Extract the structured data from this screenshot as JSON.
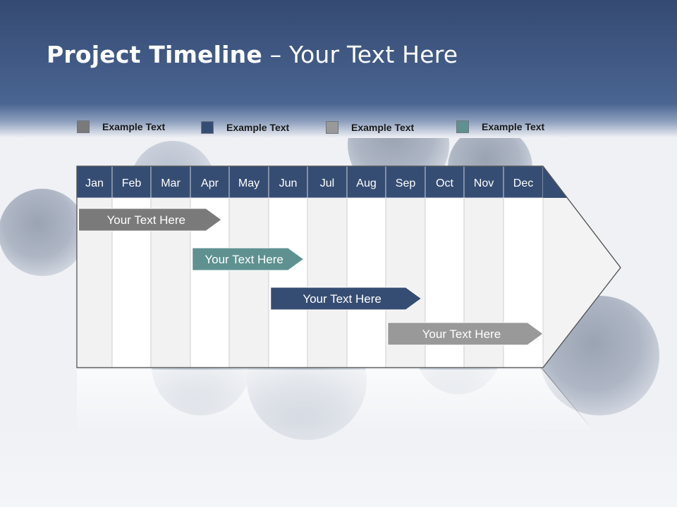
{
  "slide": {
    "title_bold": "Project Timeline",
    "title_rest": " – Your Text Here"
  },
  "legend": [
    {
      "label": "Example Text",
      "color": "#7a7a7a"
    },
    {
      "label": "Example Text",
      "color": "#364d73"
    },
    {
      "label": "Example Text",
      "color": "#999999"
    },
    {
      "label": "Example Text",
      "color": "#5f9191"
    }
  ],
  "timeline": {
    "months": [
      "Jan",
      "Feb",
      "Mar",
      "Apr",
      "May",
      "Jun",
      "Jul",
      "Aug",
      "Sep",
      "Oct",
      "Nov",
      "Dec"
    ],
    "header_color": "#364d73",
    "tasks": [
      {
        "label": "Your  Text Here",
        "start_month": 0.05,
        "end_month": 3.8,
        "color": "#7a7a7a"
      },
      {
        "label": "Your  Text Here",
        "start_month": 3.05,
        "end_month": 5.9,
        "color": "#5f9191"
      },
      {
        "label": "Your  Text Here",
        "start_month": 5.05,
        "end_month": 8.9,
        "color": "#364d73"
      },
      {
        "label": "Your  Text Here",
        "start_month": 8.05,
        "end_month": 12.0,
        "color": "#999999"
      }
    ]
  }
}
